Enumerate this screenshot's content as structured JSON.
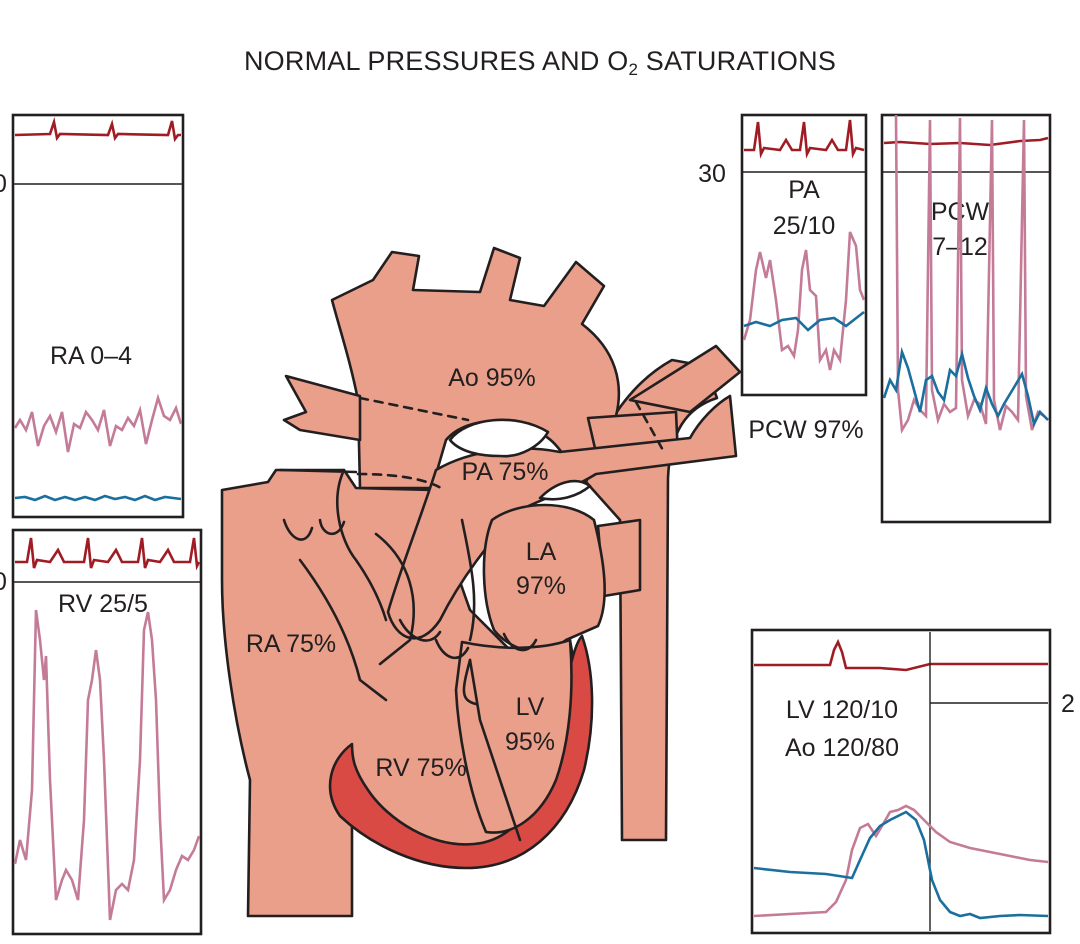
{
  "title": {
    "main": "NORMAL PRESSURES AND O",
    "sub": "2",
    "rest": " SATURATIONS"
  },
  "colors": {
    "heart_fill": "#e99f8a",
    "myocardium": "#d94a44",
    "outline": "#231f20",
    "ecg": "#a01c24",
    "pressure_trace": "#c47b98",
    "saturation_trace": "#1b6f9e"
  },
  "heart_labels": {
    "ao": "Ao 95%",
    "pa": "PA 75%",
    "la": [
      "LA",
      "97%"
    ],
    "ra": "RA 75%",
    "lv": [
      "LV",
      "95%"
    ],
    "rv": "RV 75%"
  },
  "panels": {
    "ra": {
      "label": "RA 0–4",
      "scale": "0"
    },
    "rv": {
      "label": "RV 25/5",
      "scale": "0"
    },
    "pa": {
      "label": [
        "PA",
        "25/10"
      ],
      "scale": "30"
    },
    "pcw": {
      "label": [
        "PCW",
        "7–12"
      ],
      "outside_label": "PCW 97%"
    },
    "lv": {
      "label": [
        "LV 120/10",
        "Ao 120/80"
      ],
      "scale": "2"
    }
  },
  "icons": [
    "ecg-trace-icon",
    "pressure-waveform-icon",
    "heart-diagram-icon"
  ]
}
